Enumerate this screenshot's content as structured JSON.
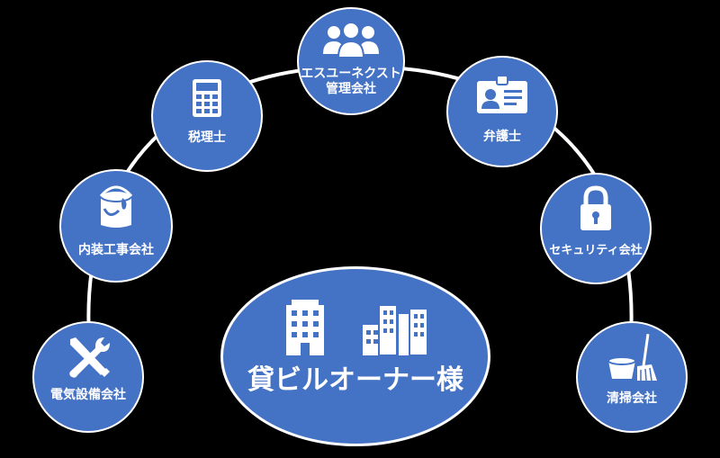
{
  "center": {
    "label": "貸ビルオーナー様",
    "icons": [
      "office-building-icon",
      "city-buildings-icon"
    ]
  },
  "nodes": [
    {
      "id": "management",
      "label": "エスユーネクスト\n管理会社",
      "icon": "people-group-icon"
    },
    {
      "id": "tax",
      "label": "税理士",
      "icon": "calculator-icon"
    },
    {
      "id": "lawyer",
      "label": "弁護士",
      "icon": "id-badge-icon"
    },
    {
      "id": "interior",
      "label": "内装工事会社",
      "icon": "paint-bucket-icon"
    },
    {
      "id": "security",
      "label": "セキュリティ会社",
      "icon": "padlock-icon"
    },
    {
      "id": "electric",
      "label": "電気設備会社",
      "icon": "wrench-screwdriver-icon"
    },
    {
      "id": "cleaning",
      "label": "清掃会社",
      "icon": "bucket-broom-icon"
    }
  ],
  "colors": {
    "node_fill": "#4472C4",
    "border": "#ffffff",
    "background": "#000000"
  }
}
